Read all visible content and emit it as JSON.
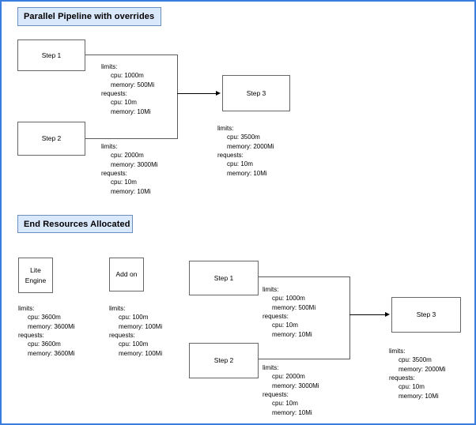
{
  "page": {
    "border_color": "#3b7ddd",
    "background": "#ffffff"
  },
  "banners": [
    {
      "id": "top",
      "label": "Parallel Pipeline with  overrides",
      "fill": "#dae8fc",
      "stroke": "#6c8ebf"
    },
    {
      "id": "bottom",
      "label": "End Resources Allocated",
      "fill": "#dae8fc",
      "stroke": "#6c8ebf"
    }
  ],
  "top_section": {
    "nodes": {
      "step1": "Step 1",
      "step2": "Step 2",
      "step3": "Step 3"
    },
    "resources": {
      "step1": {
        "limits_label": "limits:",
        "limits_cpu": "cpu: 1000m",
        "limits_memory": "memory: 500Mi",
        "requests_label": "requests:",
        "requests_cpu": "cpu: 10m",
        "requests_memory": "memory: 10Mi"
      },
      "step2": {
        "limits_label": "limits:",
        "limits_cpu": "cpu: 2000m",
        "limits_memory": "memory: 3000Mi",
        "requests_label": "requests:",
        "requests_cpu": "cpu: 10m",
        "requests_memory": "memory: 10Mi"
      },
      "step3": {
        "limits_label": "limits:",
        "limits_cpu": "cpu: 3500m",
        "limits_memory": "memory: 2000Mi",
        "requests_label": "requests:",
        "requests_cpu": "cpu: 10m",
        "requests_memory": "memory: 10Mi"
      }
    }
  },
  "bottom_section": {
    "nodes": {
      "lite_engine_line1": "Lite",
      "lite_engine_line2": "Engine",
      "add_on": "Add on",
      "step1": "Step 1",
      "step2": "Step 2",
      "step3": "Step 3"
    },
    "resources": {
      "lite_engine": {
        "limits_label": "limits:",
        "limits_cpu": "cpu: 3600m",
        "limits_memory": "memory: 3600Mi",
        "requests_label": "requests:",
        "requests_cpu": "cpu: 3600m",
        "requests_memory": "memory: 3600Mi"
      },
      "add_on": {
        "limits_label": "limits:",
        "limits_cpu": "cpu: 100m",
        "limits_memory": "memory: 100Mi",
        "requests_label": "requests:",
        "requests_cpu": "cpu: 100m",
        "requests_memory": "memory: 100Mi"
      },
      "step1": {
        "limits_label": "limits:",
        "limits_cpu": "cpu: 1000m",
        "limits_memory": "memory: 500Mi",
        "requests_label": "requests:",
        "requests_cpu": "cpu: 10m",
        "requests_memory": "memory: 10Mi"
      },
      "step2": {
        "limits_label": "limits:",
        "limits_cpu": "cpu: 2000m",
        "limits_memory": "memory: 3000Mi",
        "requests_label": "requests:",
        "requests_cpu": "cpu: 10m",
        "requests_memory": "memory: 10Mi"
      },
      "step3": {
        "limits_label": "limits:",
        "limits_cpu": "cpu: 3500m",
        "limits_memory": "memory: 2000Mi",
        "requests_label": "requests:",
        "requests_cpu": "cpu: 10m",
        "requests_memory": "memory: 10Mi"
      }
    }
  }
}
